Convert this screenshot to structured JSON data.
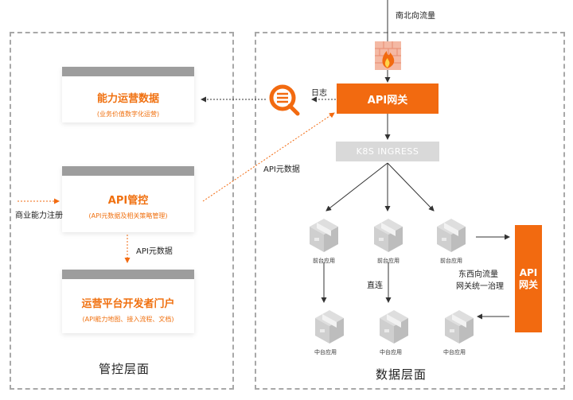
{
  "control_plane": {
    "title": "管控层面",
    "cards": [
      {
        "title": "能力运营数据",
        "subtitle": "(业务价值数字化运营)"
      },
      {
        "title": "API管控",
        "subtitle": "(API元数据及相关策略管理)"
      },
      {
        "title": "运营平台开发者门户",
        "subtitle": "(API能力地图、接入流程、文档)"
      }
    ],
    "register_label": "商业能力注册",
    "metadata_label": "API元数据"
  },
  "data_plane": {
    "title": "数据层面",
    "north_south": "南北向流量",
    "log_label": "日志",
    "gateway": "API网关",
    "ingress": "K8S INGRESS",
    "metadata_label": "API元数据",
    "frontend_app": "前台应用",
    "middle_app": "中台应用",
    "direct": "直连",
    "east_west_line1": "东西向流量",
    "east_west_line2": "网关统一治理",
    "side_gateway_line1": "API",
    "side_gateway_line2": "网关"
  },
  "colors": {
    "accent": "#f26a10",
    "ingress": "#d9d9d9",
    "card_bar": "#9d9d9d"
  }
}
